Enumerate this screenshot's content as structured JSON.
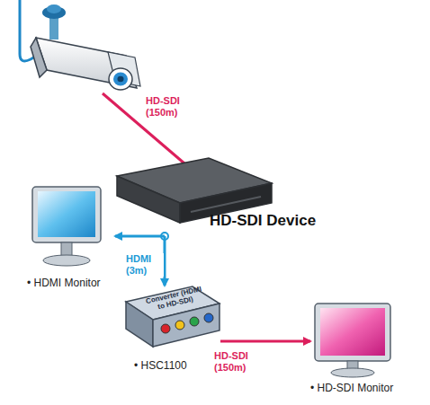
{
  "diagram": {
    "nodes": [
      {
        "text": [
          "HD-SDI Device"
        ]
      },
      {
        "text": [
          "• HDMI Monitor"
        ]
      },
      {
        "text": [
          "Converter (HDMI to HD-SDI)",
          "• HSC1100"
        ]
      },
      {
        "text": [
          "• HD-SDI Monitor"
        ]
      }
    ],
    "edges": [
      {
        "from": 0,
        "to": 1,
        "arrow": "to"
      },
      {
        "from": 0,
        "to": 2,
        "label": "HDMI (3m)",
        "arrow": "to"
      },
      {
        "from": 2,
        "to": 3,
        "label": "HD-SDI (150m)",
        "arrow": "to"
      }
    ],
    "labels": [
      "HD-SDI (150m)"
    ]
  }
}
